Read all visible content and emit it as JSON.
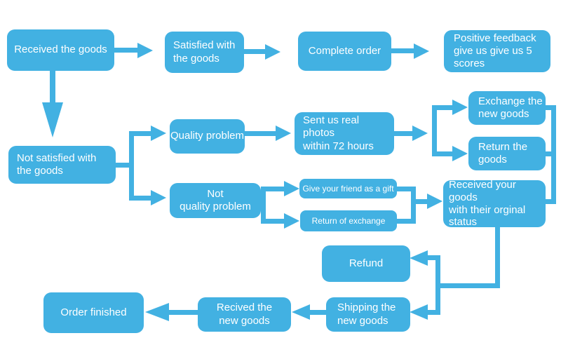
{
  "colors": {
    "node_fill": "#42B1E2",
    "node_text": "#FFFFFF",
    "canvas_bg": "#FFFFFF"
  },
  "nodes": {
    "received_goods": {
      "label": "Received the goods"
    },
    "satisfied_goods": {
      "label": "Satisfied with\nthe goods"
    },
    "complete_order": {
      "label": "Complete order"
    },
    "positive_feedback": {
      "label": "Positive feedback\ngive us give us 5\nscores"
    },
    "not_satisfied": {
      "label": "Not satisfied with\nthe goods"
    },
    "quality_problem": {
      "label": "Quality problem"
    },
    "sent_photos": {
      "label": "Sent us real photos\nwithin 72 hours"
    },
    "exchange_new_goods": {
      "label": "Exchange the\nnew goods"
    },
    "return_goods": {
      "label": "Return the\ngoods"
    },
    "not_quality_problem": {
      "label": "Not\nquality problem"
    },
    "gift": {
      "label": "Give your friend as a gift"
    },
    "return_of_exchange": {
      "label": "Return of exchange"
    },
    "received_original_status": {
      "label": "Received your goods\nwith their orginal\nstatus"
    },
    "refund": {
      "label": "Refund"
    },
    "shipping_new_goods": {
      "label": "Shipping the\nnew goods"
    },
    "recived_new_goods": {
      "label": "Recived the\nnew goods"
    },
    "order_finished": {
      "label": "Order finished"
    }
  }
}
